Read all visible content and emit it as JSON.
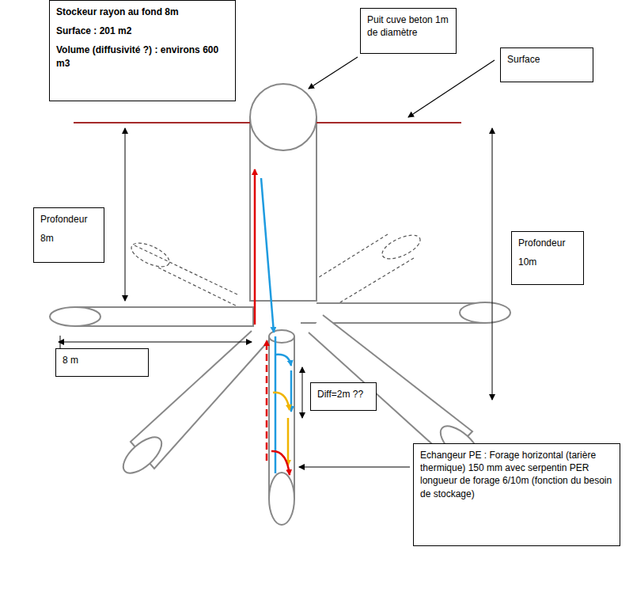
{
  "diagram": {
    "nodes": [
      {
        "text": [
          "Stockeur rayon au fond 8m",
          "Surface : 201 m2",
          "Volume (diffusivité ?) : environs 600 m3"
        ]
      },
      {
        "text": [
          "Puit cuve beton 1m de diamètre"
        ]
      },
      {
        "text": [
          "Surface"
        ]
      },
      {
        "text": [
          "Profondeur",
          "8m"
        ]
      },
      {
        "text": [
          "Profondeur",
          "10m"
        ]
      },
      {
        "text": [
          "8 m"
        ]
      },
      {
        "text": [
          "Diff=2m ??"
        ]
      },
      {
        "text": [
          "Echangeur PE : Forage horizontal (tarière thermique) 150 mm avec serpentin PER longueur de forage 6/10m (fonction du besoin de stockage)"
        ]
      }
    ]
  }
}
